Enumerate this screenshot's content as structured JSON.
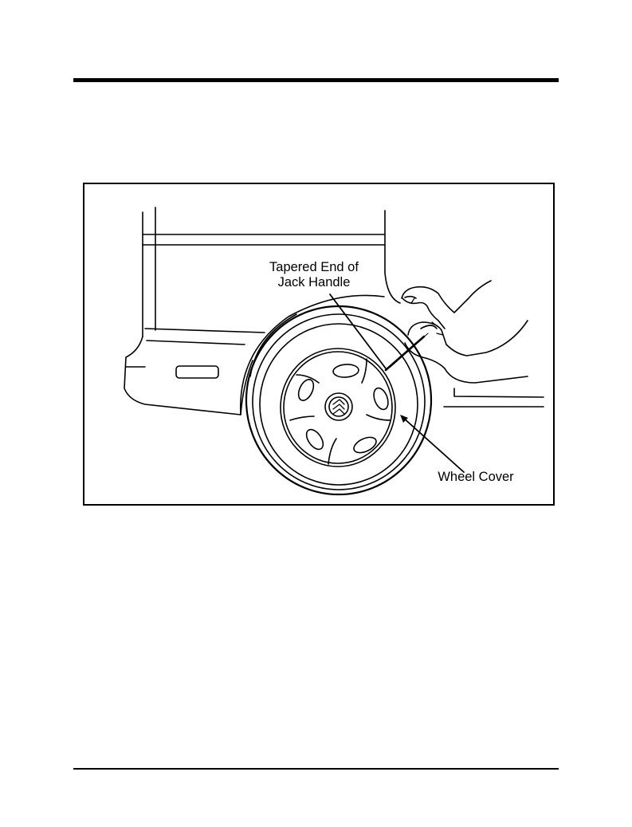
{
  "figure": {
    "callouts": {
      "tapered_end_line1": "Tapered End of",
      "tapered_end_line2": "Jack Handle",
      "wheel_cover": "Wheel Cover"
    },
    "line_color": "#000000",
    "background_color": "#ffffff"
  }
}
